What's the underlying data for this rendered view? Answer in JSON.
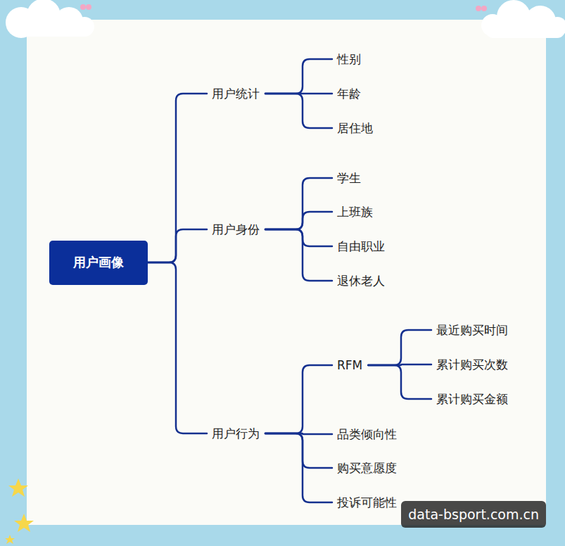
{
  "diagram": {
    "nodes": [
      {
        "text": [
          "用户画像"
        ]
      },
      {
        "text": [
          "用户统计"
        ]
      },
      {
        "text": [
          "性别"
        ]
      },
      {
        "text": [
          "年龄"
        ]
      },
      {
        "text": [
          "居住地"
        ]
      },
      {
        "text": [
          "用户身份"
        ]
      },
      {
        "text": [
          "学生"
        ]
      },
      {
        "text": [
          "上班族"
        ]
      },
      {
        "text": [
          "自由职业"
        ]
      },
      {
        "text": [
          "退休老人"
        ]
      },
      {
        "text": [
          "用户行为"
        ]
      },
      {
        "text": [
          "RFM"
        ]
      },
      {
        "text": [
          "最近购买时间"
        ]
      },
      {
        "text": [
          "累计购买次数"
        ]
      },
      {
        "text": [
          "累计购买金额"
        ]
      },
      {
        "text": [
          "品类倾向性"
        ]
      },
      {
        "text": [
          "购买意愿度"
        ]
      },
      {
        "text": [
          "投诉可能性"
        ]
      }
    ],
    "edges": [
      {
        "from": 0,
        "to": 1,
        "arrow": "none"
      },
      {
        "from": 0,
        "to": 5,
        "arrow": "none"
      },
      {
        "from": 0,
        "to": 10,
        "arrow": "none"
      },
      {
        "from": 1,
        "to": 2,
        "arrow": "none"
      },
      {
        "from": 1,
        "to": 3,
        "arrow": "none"
      },
      {
        "from": 1,
        "to": 4,
        "arrow": "none"
      },
      {
        "from": 5,
        "to": 6,
        "arrow": "none"
      },
      {
        "from": 5,
        "to": 7,
        "arrow": "none"
      },
      {
        "from": 5,
        "to": 8,
        "arrow": "none"
      },
      {
        "from": 5,
        "to": 9,
        "arrow": "none"
      },
      {
        "from": 10,
        "to": 11,
        "arrow": "none"
      },
      {
        "from": 10,
        "to": 15,
        "arrow": "none"
      },
      {
        "from": 10,
        "to": 16,
        "arrow": "none"
      },
      {
        "from": 10,
        "to": 17,
        "arrow": "none"
      },
      {
        "from": 11,
        "to": 12,
        "arrow": "none"
      },
      {
        "from": 11,
        "to": 13,
        "arrow": "none"
      },
      {
        "from": 11,
        "to": 14,
        "arrow": "none"
      }
    ],
    "labels": [
      "data-bsport.com.cn"
    ]
  }
}
